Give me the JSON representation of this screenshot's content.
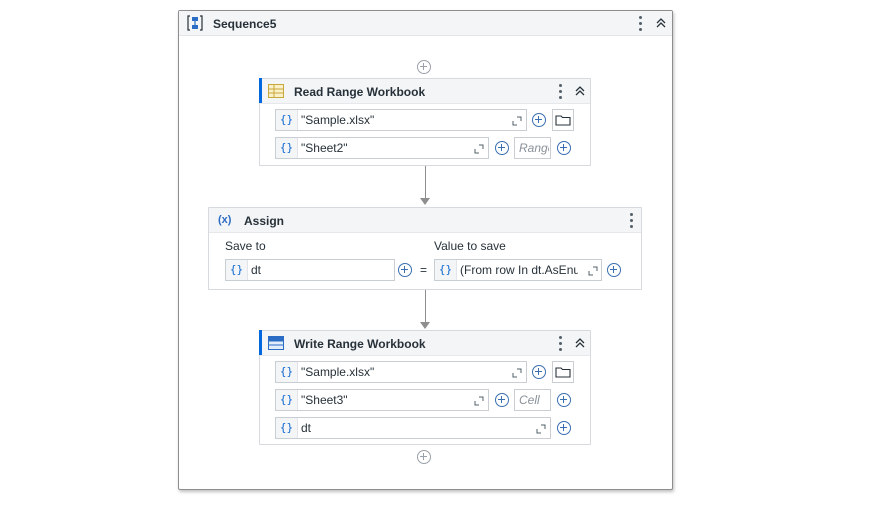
{
  "sequence": {
    "title": "Sequence5",
    "icon": "sequence-icon"
  },
  "read_range": {
    "title": "Read Range Workbook",
    "icon": "excel-read-icon",
    "workbook_path": "\"Sample.xlsx\"",
    "sheet_name": "\"Sheet2\"",
    "range_placeholder": "Range"
  },
  "assign": {
    "title": "Assign",
    "icon_text": "(x)",
    "save_to_label": "Save to",
    "value_label": "Value to save",
    "save_to_value": "dt",
    "value_text": "(From row In dt.AsEnumerable",
    "equals": "="
  },
  "write_range": {
    "title": "Write Range Workbook",
    "icon": "excel-write-icon",
    "workbook_path": "\"Sample.xlsx\"",
    "sheet_name": "\"Sheet3\"",
    "cell_placeholder": "Cell",
    "data_table": "dt"
  },
  "brace_symbol": "{}",
  "colors": {
    "accent": "#0067df",
    "header_bg": "#f4f5f7",
    "border": "#8e8e8e"
  }
}
